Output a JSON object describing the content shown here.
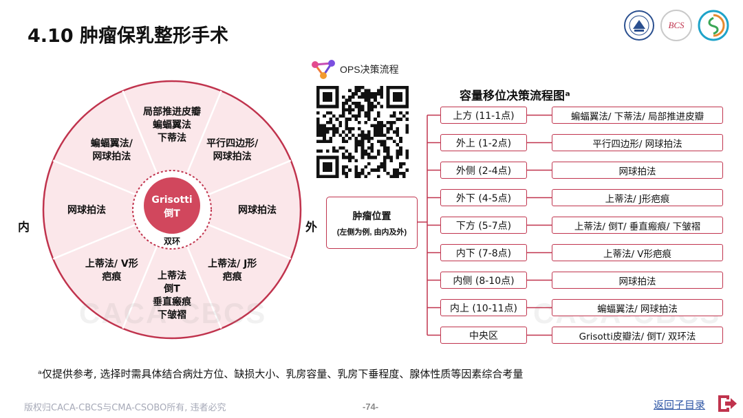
{
  "page": {
    "title": "4.10 肿瘤保乳整形手术",
    "footnote": "ᵃ仅提供参考, 选择时需具体结合病灶方位、缺损大小、乳房容量、乳房下垂程度、腺体性质等因素综合考量",
    "copyright": "版权归CACA-CBCS与CMA-CSOBO所有, 违者必究",
    "page_number": "-74-",
    "back_link": "返回子目录",
    "watermark": "CACA-CBCS",
    "logo_bcs": "BCS"
  },
  "colors": {
    "accent": "#c0334d",
    "wheel_fill": "#fbe7ea",
    "center_fill": "#d1475d",
    "link": "#2d55a5"
  },
  "wheel": {
    "left_label": "内",
    "right_label": "外",
    "center_line1": "Grisotti",
    "center_line2": "倒T",
    "ring_label": "双环",
    "segments": [
      {
        "lines": [
          "局部推进皮瓣",
          "蝙蝠翼法",
          "下蒂法"
        ]
      },
      {
        "lines": [
          "平行四边形/",
          "网球拍法"
        ]
      },
      {
        "lines": [
          "网球拍法"
        ]
      },
      {
        "lines": [
          "上蒂法/ J形",
          "疤痕"
        ]
      },
      {
        "lines": [
          "上蒂法",
          "倒T",
          "垂直瘢痕",
          "下皱褶"
        ]
      },
      {
        "lines": [
          "上蒂法/ V形",
          "疤痕"
        ]
      },
      {
        "lines": [
          "网球拍法"
        ]
      },
      {
        "lines": [
          "蝙蝠翼法/",
          "网球拍法"
        ]
      }
    ]
  },
  "qr": {
    "title": "OPS决策流程",
    "icon": "ops-logo-icon"
  },
  "flow": {
    "title": "容量移位决策流程图ᵃ",
    "tumor_main": "肿瘤位置",
    "tumor_sub": "(左侧为例, 由内及外)",
    "rows": [
      {
        "position": "上方 (11-1点)",
        "method": "蝙蝠翼法/ 下蒂法/ 局部推进皮瓣"
      },
      {
        "position": "外上 (1-2点)",
        "method": "平行四边形/ 网球拍法"
      },
      {
        "position": "外侧 (2-4点)",
        "method": "网球拍法"
      },
      {
        "position": "外下 (4-5点)",
        "method": "上蒂法/ J形疤痕"
      },
      {
        "position": "下方 (5-7点)",
        "method": "上蒂法/ 倒T/ 垂直瘢痕/ 下皱褶"
      },
      {
        "position": "内下 (7-8点)",
        "method": "上蒂法/ V形疤痕"
      },
      {
        "position": "内侧 (8-10点)",
        "method": "网球拍法"
      },
      {
        "position": "内上 (10-11点)",
        "method": "蝙蝠翼法/ 网球拍法"
      },
      {
        "position": "中央区",
        "method": "Grisotti皮瓣法/ 倒T/ 双环法"
      }
    ]
  }
}
